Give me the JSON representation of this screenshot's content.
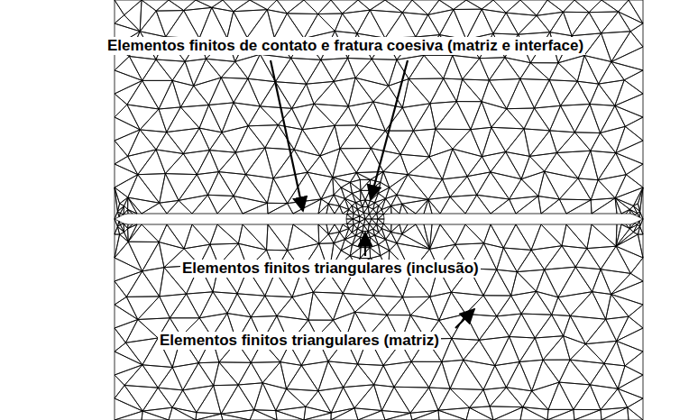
{
  "diagram": {
    "labels": [
      "Elementos finitos de contato e fratura coesiva (matriz e interface)",
      "Elementos finitos triangulares (inclusão)",
      "Elementos finitos triangulares (matriz)"
    ]
  }
}
